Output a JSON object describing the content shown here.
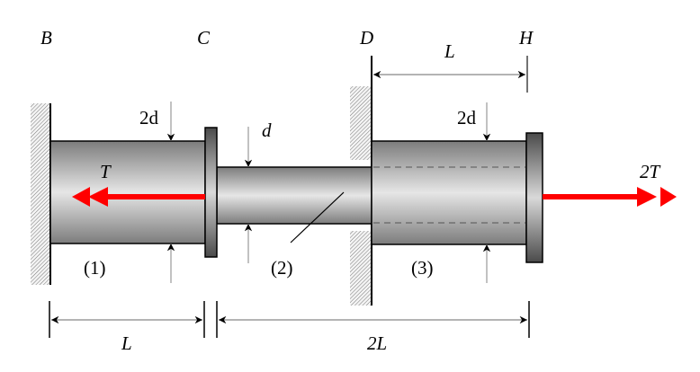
{
  "figure": {
    "title": "Compound shaft with flanges and applied torques",
    "points": {
      "B": "B",
      "C": "C",
      "D": "D",
      "H": "H"
    },
    "segments": [
      {
        "id": "1",
        "label": "(1)",
        "diameter_label": "2d"
      },
      {
        "id": "2",
        "label": "(2)",
        "diameter_label": "d"
      },
      {
        "id": "3",
        "label": "(3)",
        "diameter_label": "2d"
      }
    ],
    "torques": [
      {
        "label": "T",
        "location": "C",
        "direction": "left"
      },
      {
        "label": "2T",
        "location": "H",
        "direction": "right"
      }
    ],
    "dimensions": {
      "top_DH": "L",
      "bottom_BC": "L",
      "bottom_CH": "2L"
    },
    "colors": {
      "torque_arrow": "#ff0000",
      "shaft_dark": "#7a7a7a",
      "shaft_light": "#e4e4e4",
      "flange_dark": "#555555",
      "dimension_line": "#888888"
    }
  }
}
